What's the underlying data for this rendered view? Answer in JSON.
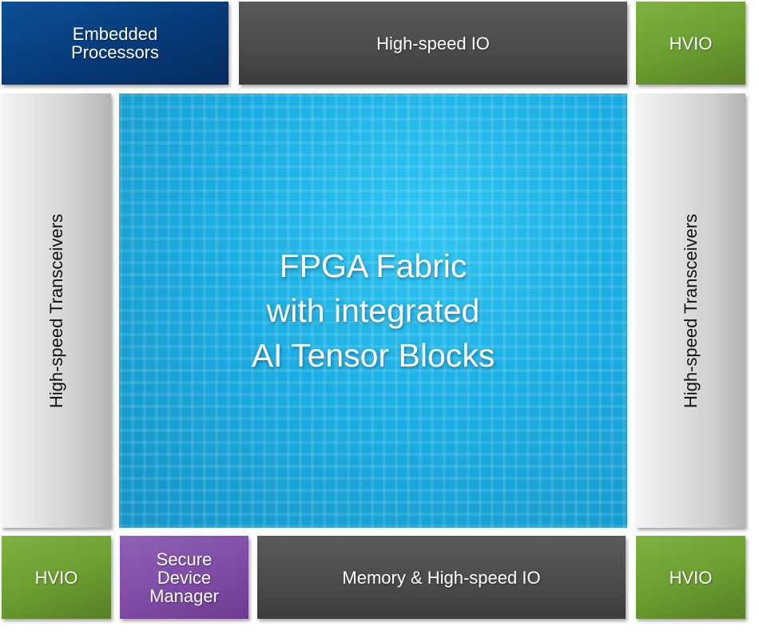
{
  "blocks": {
    "embedded_processors": "Embedded\nProcessors",
    "high_speed_io_top": "High-speed IO",
    "hvio_top_right": "HVIO",
    "transceivers_left": "High-speed Transceivers",
    "fabric": "FPGA Fabric\nwith integrated\nAI Tensor Blocks",
    "transceivers_right": "High-speed Transceivers",
    "hvio_bottom_left": "HVIO",
    "secure_device_manager": "Secure\nDevice\nManager",
    "memory_high_speed_io": "Memory & High-speed IO",
    "hvio_bottom_right": "HVIO"
  },
  "colors": {
    "embedded_processors": "#063a78",
    "io": "#4a4a4a",
    "hvio": "#6a9c30",
    "secure_device_manager": "#7d4aa3",
    "transceivers": "#d8d8d8",
    "fabric": "#1ca8de"
  }
}
